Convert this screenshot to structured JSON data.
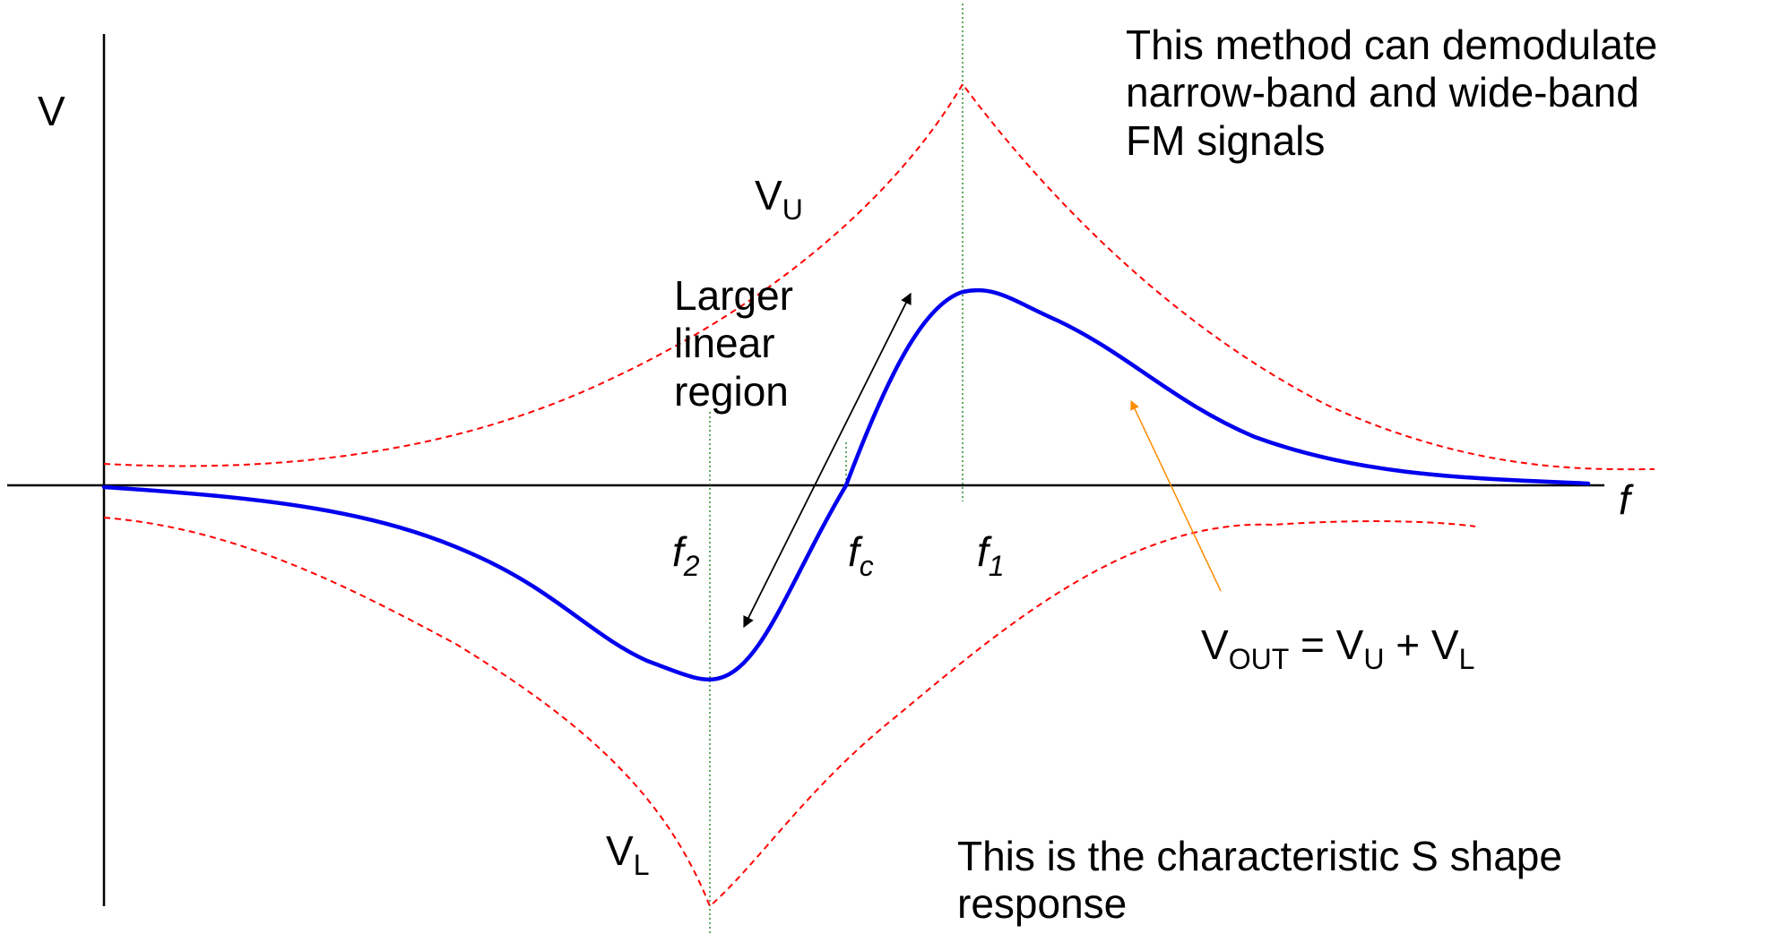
{
  "labels": {
    "y_axis": "V",
    "x_axis": "f",
    "vu_main": "V",
    "vu_sub": "U",
    "vl_main": "V",
    "vl_sub": "L",
    "f2_main": "f",
    "f2_sub": "2",
    "fc_main": "f",
    "fc_sub": "c",
    "f1_main": "f",
    "f1_sub": "1",
    "linear_region": [
      "Larger",
      "linear",
      "region"
    ],
    "vout": {
      "v1": "V",
      "s1": "OUT",
      "eq": " = ",
      "v2": "V",
      "s2": "U",
      "plus": " + ",
      "v3": "V",
      "s3": "L"
    }
  },
  "notes": {
    "method": [
      "This method can demodulate",
      "narrow-band and wide-band",
      "FM signals"
    ],
    "s_shape": [
      "This is the characteristic S shape",
      "response"
    ]
  },
  "colors": {
    "output_curve": "#0000ee",
    "envelope_curves": "#ff0000",
    "marker_lines": "#2e8b2e",
    "linear_arrow": "#000000",
    "callout_arrow": "#ff8c00",
    "axes": "#000000"
  }
}
